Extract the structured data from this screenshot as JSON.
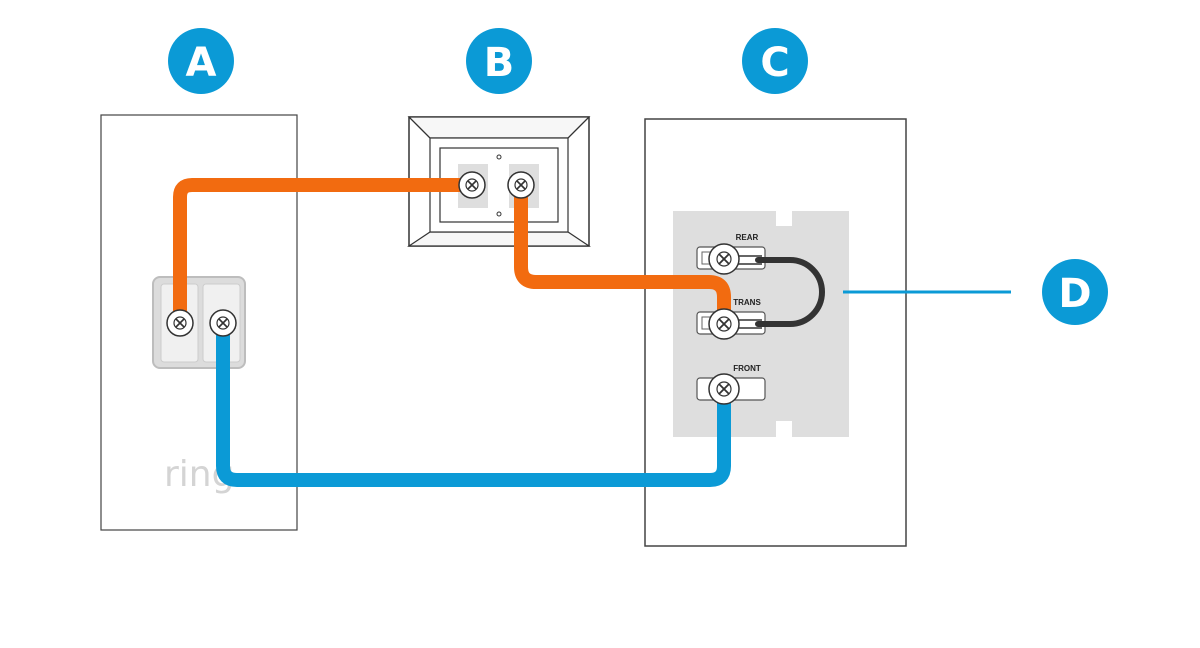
{
  "labels": {
    "doorbell": "A",
    "transformer": "B",
    "chime": "C",
    "jumper": "D"
  },
  "doorbell": {
    "logo": "ring"
  },
  "chime": {
    "terminals": [
      "REAR",
      "TRANS",
      "FRONT"
    ]
  },
  "colors": {
    "badge": "#0b9ad6",
    "wire_transformer": "#f26b10",
    "wire_front": "#0b9ad6",
    "wire_jumper": "#333333",
    "leader_line": "#0b9ad6",
    "outline": "#333333",
    "terminal_plate": "#dedede"
  },
  "icons": {
    "screw": "screw-x-icon"
  }
}
